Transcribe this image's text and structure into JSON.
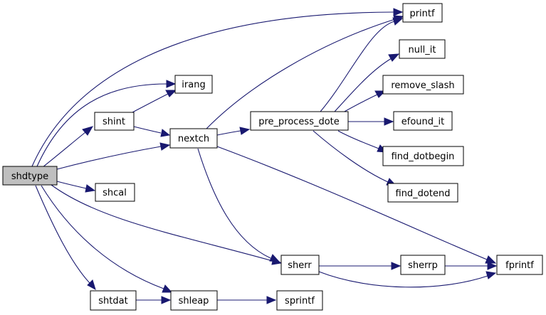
{
  "nodes": {
    "shdtype": "shdtype",
    "shint": "shint",
    "shcal": "shcal",
    "shtdat": "shtdat",
    "irang": "irang",
    "nextch": "nextch",
    "shleap": "shleap",
    "pre_process_dote": "pre_process_dote",
    "sherr": "sherr",
    "sprintf": "sprintf",
    "printf": "printf",
    "null_it": "null_it",
    "remove_slash": "remove_slash",
    "efound_it": "efound_it",
    "find_dotbegin": "find_dotbegin",
    "find_dotend": "find_dotend",
    "sherrp": "sherrp",
    "fprintf": "fprintf"
  },
  "colors": {
    "edge": "#191970",
    "root_fill": "#bfbfbf",
    "node_fill": "#ffffff",
    "node_border": "#000000"
  }
}
